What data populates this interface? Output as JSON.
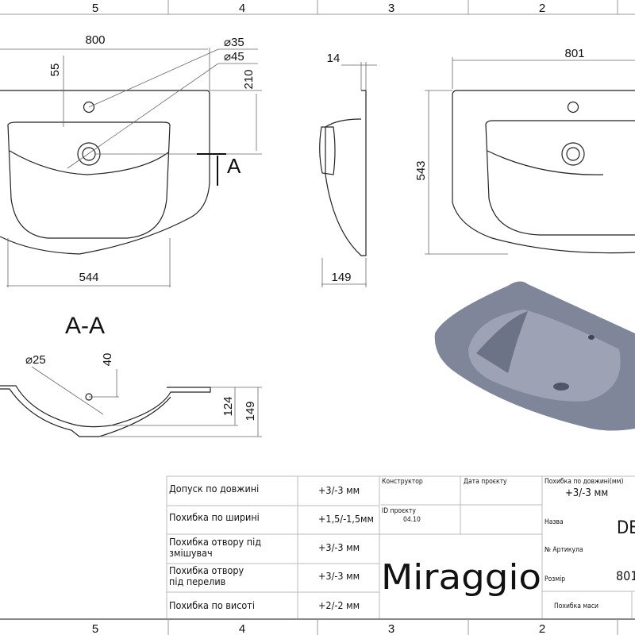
{
  "ruler": {
    "top": [
      "5",
      "4",
      "3",
      "2"
    ],
    "bottom": [
      "5",
      "4",
      "3",
      "2"
    ]
  },
  "front_view": {
    "width": "800",
    "hole_mixer": "⌀35",
    "hole_drain": "⌀45",
    "offset_top": "55",
    "hole_depth": "210",
    "bowl_width": "544",
    "section_mark": "A"
  },
  "side_view": {
    "thickness": "14",
    "depth": "149"
  },
  "top_view": {
    "width": "801",
    "length": "543"
  },
  "section": {
    "title": "A-A",
    "overflow": "⌀25",
    "offset": "40",
    "inner_depth": "124",
    "depth": "149"
  },
  "render_color": "#7d8296",
  "table": {
    "rows": [
      {
        "label": "Допуск по довжині",
        "value": "+3/-3 мм"
      },
      {
        "label": "Похибка по ширині",
        "value": "+1,5/-1,5мм"
      },
      {
        "label": "Похибка отвору під",
        "label2": "змішувач",
        "value": "+3/-3 мм"
      },
      {
        "label": "Похибка отвору",
        "label2": "під перелив",
        "value": "+3/-3 мм"
      },
      {
        "label": "Похибка по висоті",
        "value": "+2/-2 мм"
      }
    ],
    "designer_label": "Конструктор",
    "date_label": "Дата проєкту",
    "project_id_label": "ID проєкту",
    "project_id": "04.10",
    "brand": "Miraggio",
    "length_tol_label": "Похибка по довжині(мм)",
    "length_tol": "+3/-3 мм",
    "name_label": "Назва",
    "name_value": "DE",
    "article_label": "№ Артикула",
    "size_label": "Розмір",
    "size_value": "801",
    "mass_tol_label": "Похибка маси"
  }
}
